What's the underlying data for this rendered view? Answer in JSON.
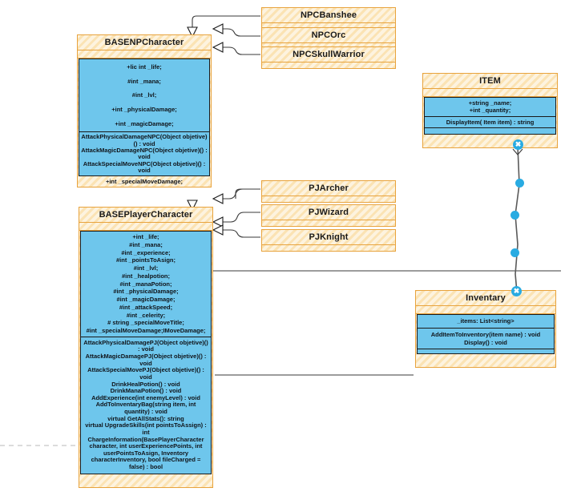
{
  "diagram": {
    "title": "UML Class Diagram",
    "colors": {
      "class_fill": "#fbe3b4",
      "class_border": "#e8a33d",
      "compartment_fill": "#6ec6ec",
      "compartment_border": "#1a1a1a",
      "selection_handle": "#29abe2",
      "connector": "#3a3a3a",
      "canvas": "#ffffff"
    },
    "classes": {
      "basenpc": {
        "name": "BASENPCharacter",
        "attributes": [
          "+lic int _life;",
          "#int _mana;",
          "#int _lvl;",
          "+int _physicalDamage;",
          "+int _magicDamage;"
        ],
        "methods": [
          "AttackPhysicalDamageNPC(Object objetive)() : void",
          "AttackMagicDamageNPC(Object objetive)() : void",
          "AttackSpecialMoveNPC(Object objetive)() : void"
        ],
        "footer": "+int _specialMoveDamage;"
      },
      "baseplayer": {
        "name": "BASEPlayerCharacter",
        "attributes": [
          "+int _life;",
          "#int _mana;",
          "#int _experience;",
          "#int _pointsToAsign;",
          "#int _lvl;",
          "#int _healpotion;",
          "#int _manaPotion;",
          "#int _physicalDamage;",
          "#int _magicDamage;",
          "#int _attackSpeed;",
          "#int _celerity;",
          "# string _specialMoveTitle;",
          "#int _specialMoveDamage;IMoveDamage;"
        ],
        "methods": [
          "AttackPhysicalDamagePJ(Object objetive)() : void",
          "AttackMagicDamagePJ(Object objetive)() : void",
          "AttackSpecialMovePJ(Object objetive)() : void",
          "DrinkHealPotion() : void",
          "DrinkManaPotion() : void",
          "AddExperience(int enemyLevel) : void",
          "AddToInventaryBag(string item, int quantity) : void",
          "virtual GetAllStats(): string",
          "virtual UpgradeSkills(int pointsToAssign) : int",
          "ChargeInformation(BasePlayerCharacter character, int userExperiencePoints, int userPointsToAsign, Inventory characterInventory, bool fileCharged = false) : bool"
        ],
        "footer": ""
      },
      "item": {
        "name": "ITEM",
        "attributes": [
          "+string _name;",
          "+int _quantity;"
        ],
        "methods": [
          "DisplayItem( Item item) : string"
        ],
        "footer": ""
      },
      "inventary": {
        "name": "Inventary",
        "attributes": [
          "_items: List<string>"
        ],
        "methods": [
          "AddItemToInventory(item name) : void",
          "Display() : void"
        ],
        "footer": ""
      }
    },
    "subclasses": [
      {
        "key": "npcbanshee",
        "name": "NPCBanshee"
      },
      {
        "key": "npcorc",
        "name": "NPCOrc"
      },
      {
        "key": "npcskullwarrior",
        "name": "NPCSkullWarrior"
      },
      {
        "key": "pjarcher",
        "name": "PJArcher"
      },
      {
        "key": "pjwizard",
        "name": "PJWizard"
      },
      {
        "key": "pjknight",
        "name": "PJKnight"
      }
    ],
    "selected_connector": {
      "from": "ITEM",
      "to": "Inventary",
      "endpoint_glyph": "✖",
      "waypoints": 3
    }
  }
}
